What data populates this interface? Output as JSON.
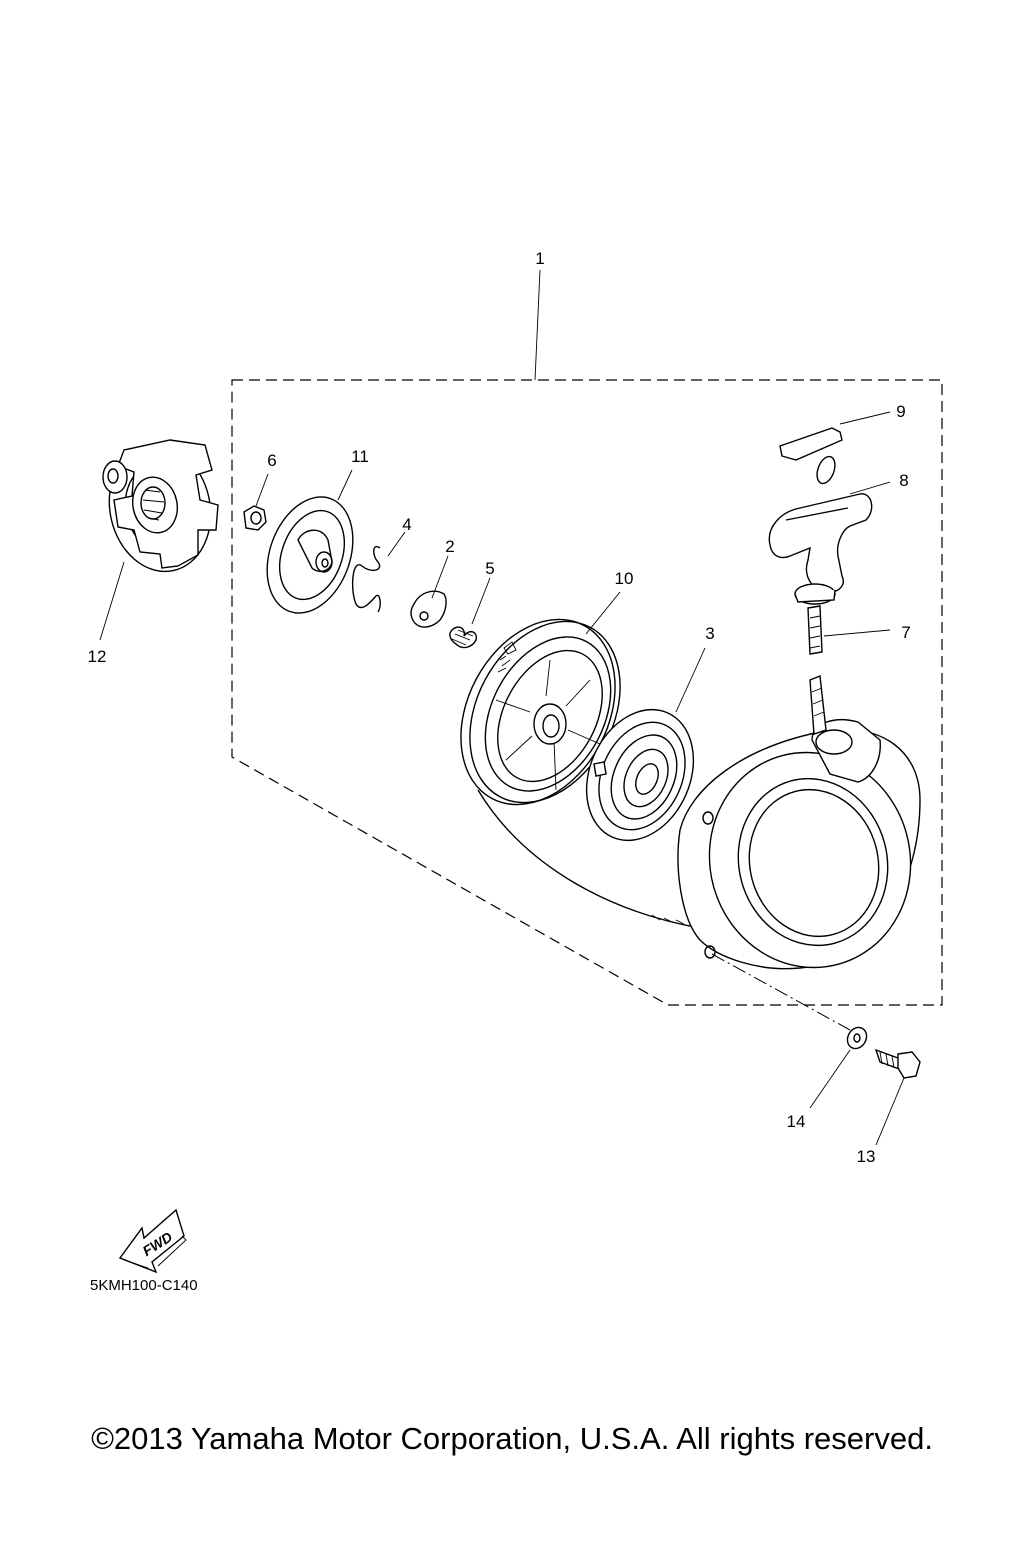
{
  "diagram": {
    "callouts": [
      {
        "id": "1",
        "label": "1"
      },
      {
        "id": "2",
        "label": "2"
      },
      {
        "id": "3",
        "label": "3"
      },
      {
        "id": "4",
        "label": "4"
      },
      {
        "id": "5",
        "label": "5"
      },
      {
        "id": "6",
        "label": "6"
      },
      {
        "id": "7",
        "label": "7"
      },
      {
        "id": "8",
        "label": "8"
      },
      {
        "id": "9",
        "label": "9"
      },
      {
        "id": "10",
        "label": "10"
      },
      {
        "id": "11",
        "label": "11"
      },
      {
        "id": "12",
        "label": "12"
      },
      {
        "id": "13",
        "label": "13"
      },
      {
        "id": "14",
        "label": "14"
      }
    ],
    "fwd_label": "FWD",
    "drawing_code": "5KMH100-C140"
  },
  "footer": {
    "copyright": "©2013 Yamaha Motor Corporation, U.S.A. All rights reserved."
  },
  "colors": {
    "line": "#000000",
    "background": "#ffffff"
  }
}
